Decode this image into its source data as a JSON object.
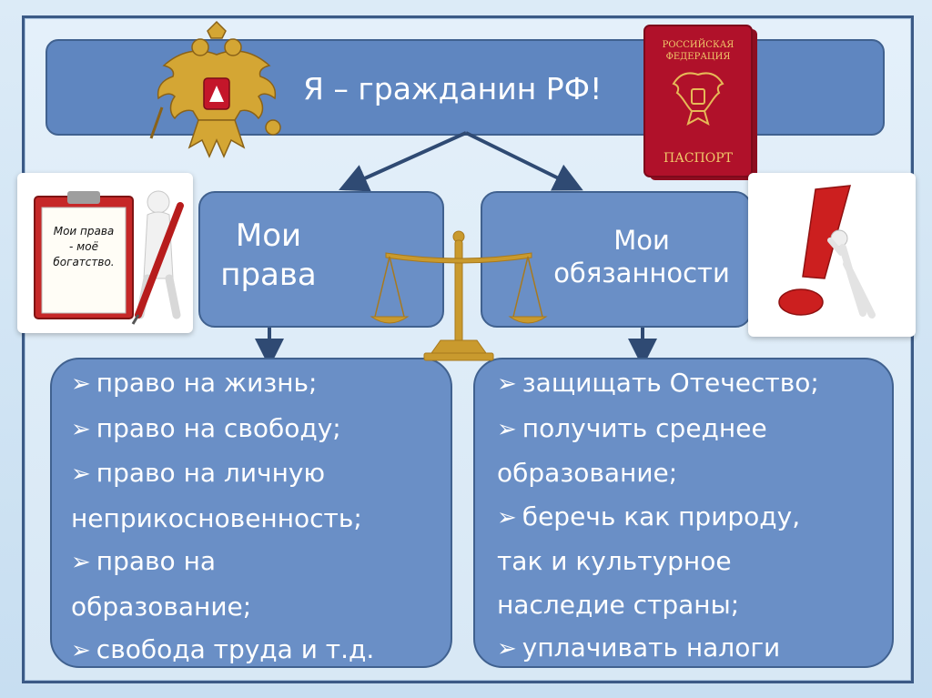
{
  "title": "Я – гражданин РФ!",
  "rights": {
    "heading_line1": "Мои",
    "heading_line2": "права",
    "items": [
      "право на жизнь;",
      "право на свободу;",
      "право на личную",
      "неприкосновенность;",
      "право на",
      "образование;",
      "свобода труда и т.д."
    ]
  },
  "duties": {
    "heading_line1": "Мои",
    "heading_line2": "обязанности",
    "items": [
      "защищать Отечество;",
      "получить среднее",
      "образование;",
      "беречь как природу,",
      "так и культурное",
      "наследие страны;",
      "уплачивать налоги"
    ]
  },
  "passport": {
    "top_line1": "РОССИЙСКАЯ",
    "top_line2": "ФЕДЕРАЦИЯ",
    "label": "ПАСПОРТ"
  },
  "notes_card": {
    "line1": "Мои права",
    "line2": "- моё",
    "line3": "богатство."
  },
  "bullet_marker": "➢",
  "colors": {
    "box_fill": "#6a8fc6",
    "box_border": "#40618f",
    "frame_border": "#3b5a86",
    "arrow": "#2f4a73",
    "background": "#d9e9f6",
    "passport": "#b0112a",
    "exclamation": "#cc1f1f",
    "gold": "#c99a2e"
  },
  "icons": [
    "coat-of-arms-icon",
    "passport-icon",
    "scales-icon",
    "clipboard-figure-icon",
    "exclamation-figure-icon",
    "arrow-down-icon"
  ]
}
